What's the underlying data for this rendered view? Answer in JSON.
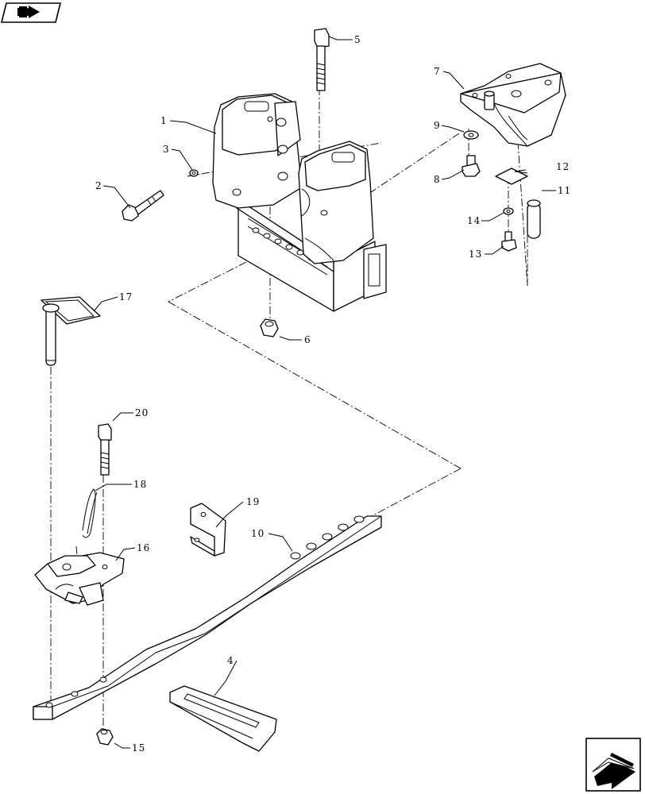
{
  "callouts": {
    "c1": "1",
    "c2": "2",
    "c3": "3",
    "c4": "4",
    "c5": "5",
    "c6": "6",
    "c7": "7",
    "c8": "8",
    "c9": "9",
    "c10": "10",
    "c11": "11",
    "c12": "12",
    "c13": "13",
    "c14": "14",
    "c15": "15",
    "c16": "16",
    "c17": "17",
    "c18": "18",
    "c19": "19",
    "c20": "20"
  },
  "icons": {
    "top_left": "book-page-arrow-icon",
    "bottom_right": "next-page-arrow-icon"
  }
}
